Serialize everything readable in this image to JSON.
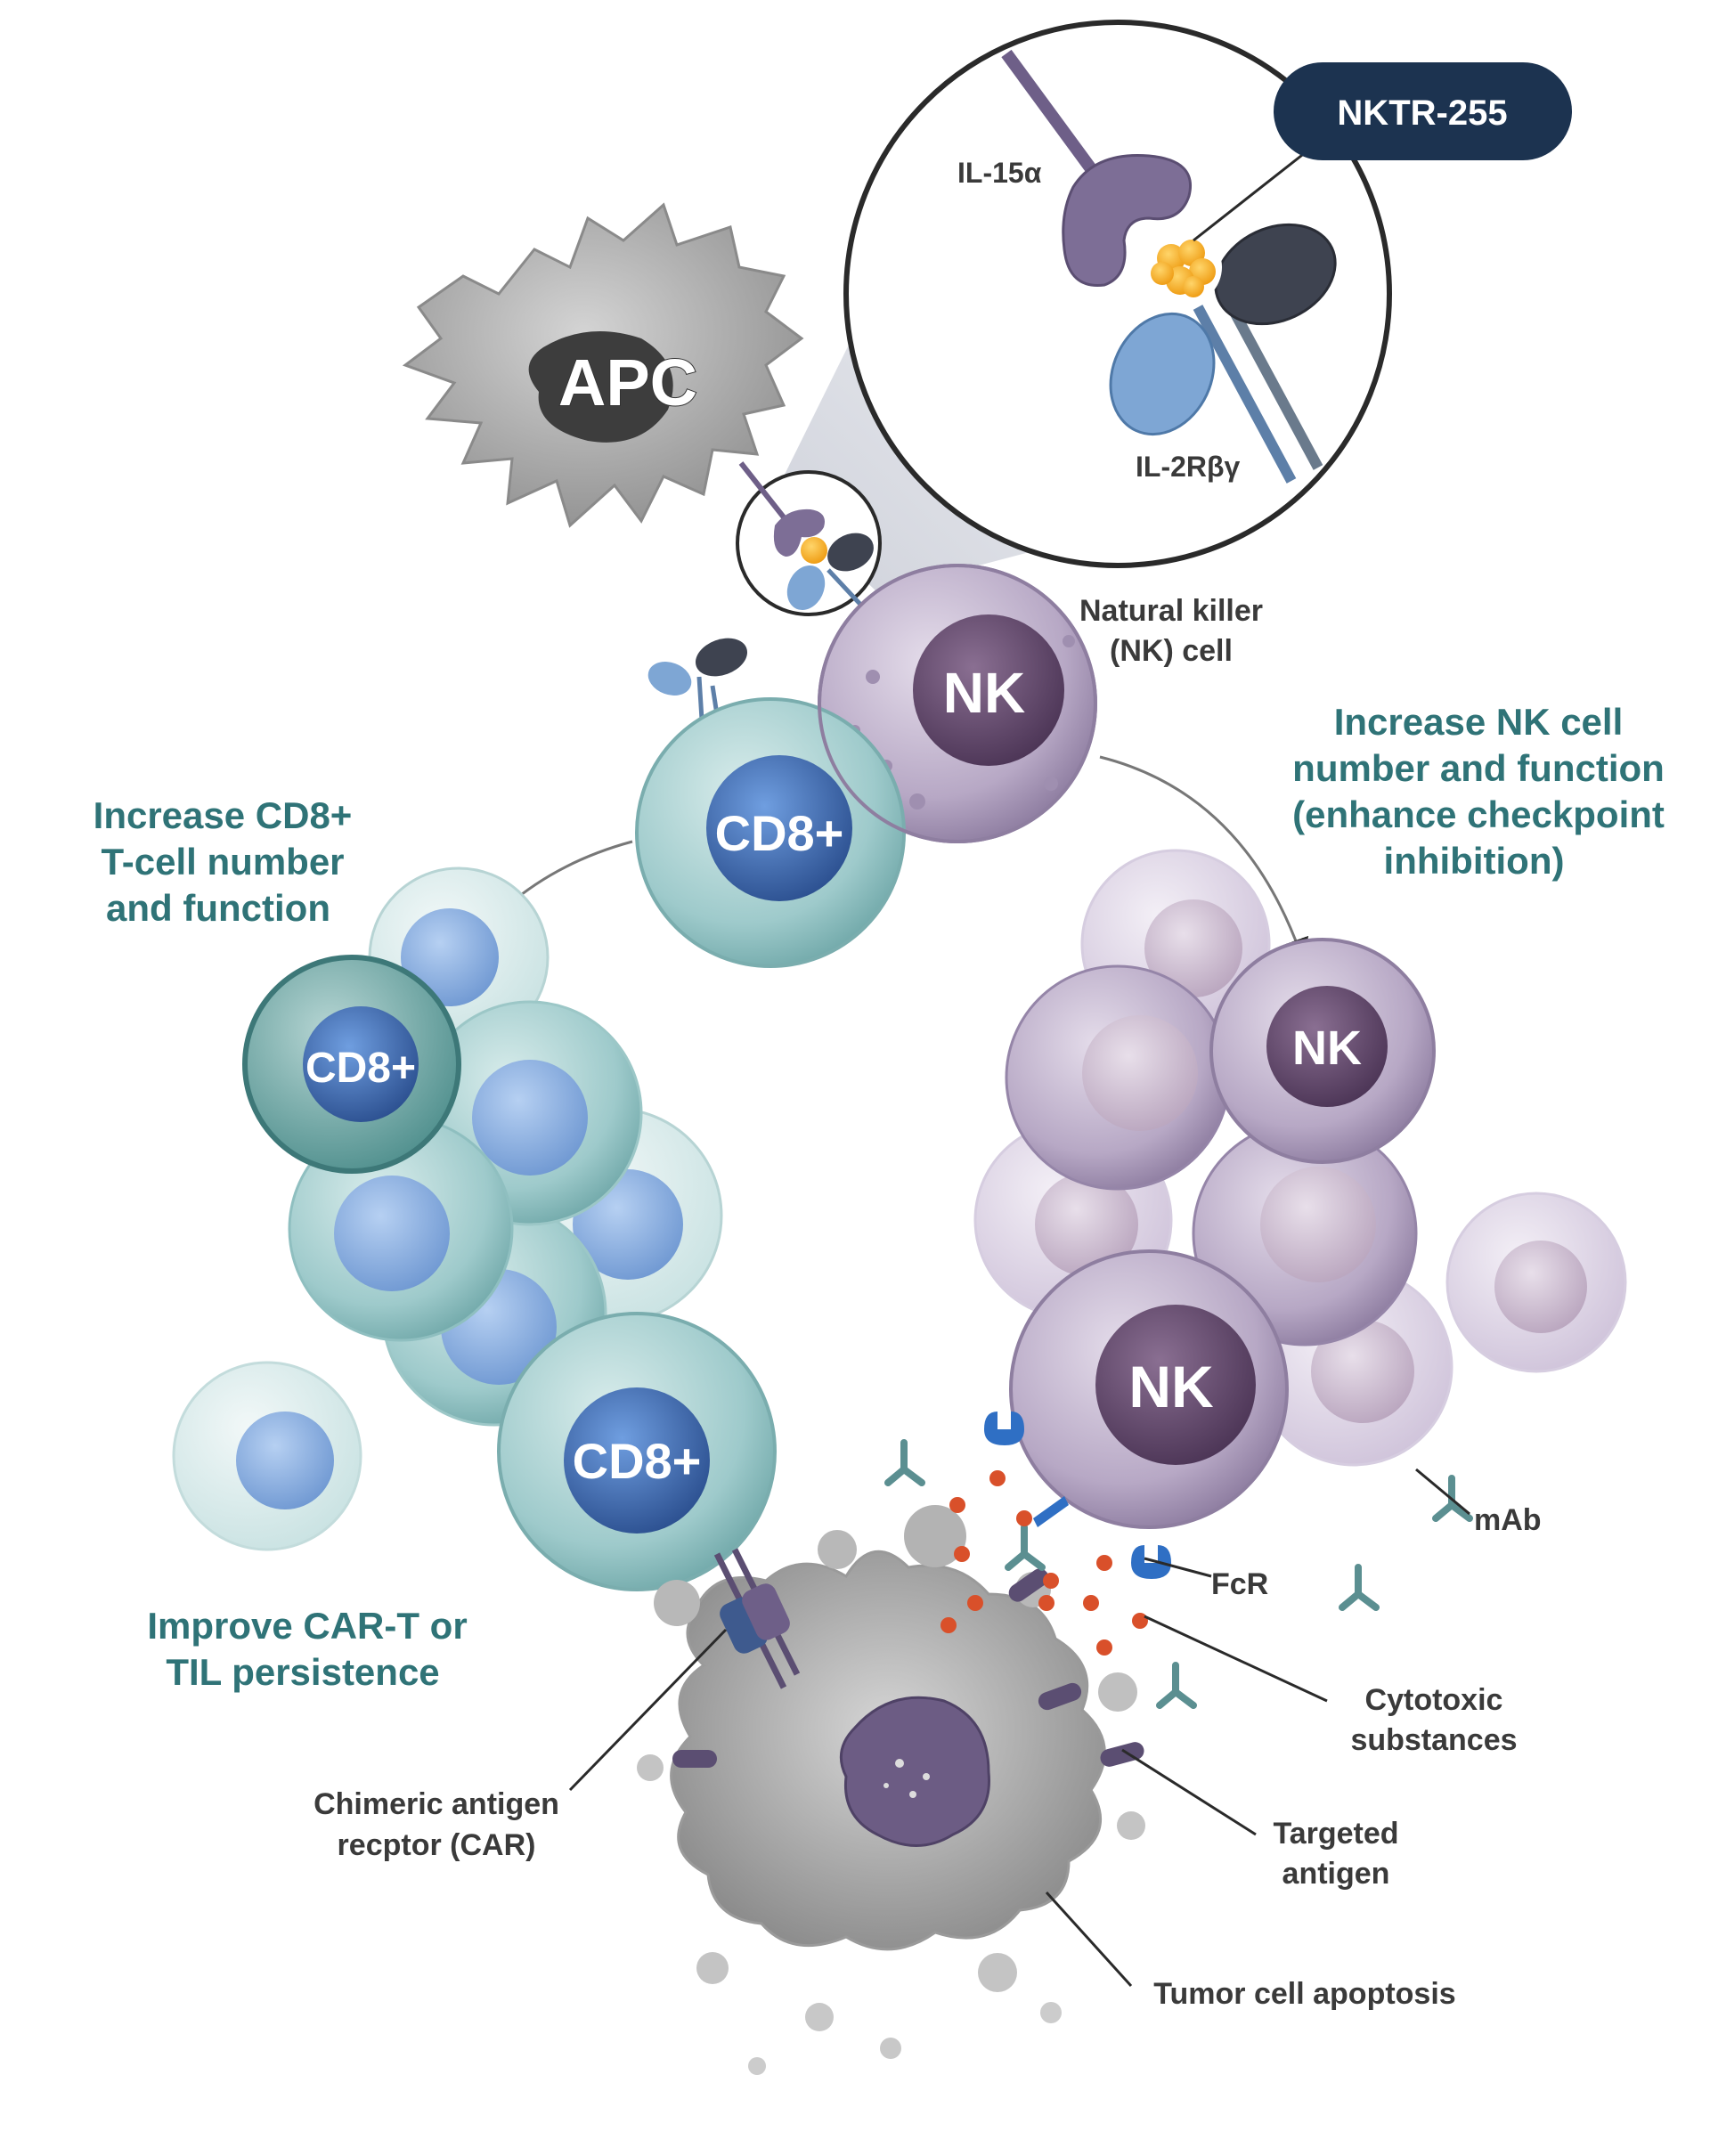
{
  "badge": {
    "text": "NKTR-255"
  },
  "receptors": {
    "il15a": "IL-15α",
    "il2rbg": "IL-2Rβγ"
  },
  "cells": {
    "apc": "APC",
    "nk": "NK",
    "cd8": "CD8+"
  },
  "labels": {
    "nk_cell_line1": "Natural killer",
    "nk_cell_line2": "(NK) cell",
    "cd8_increase_1": "Increase CD8+",
    "cd8_increase_2": "T-cell number",
    "cd8_increase_3": "and function",
    "nk_increase_1": "Increase NK cell",
    "nk_increase_2": "number and function",
    "nk_increase_3": "(enhance checkpoint",
    "nk_increase_4": "inhibition)",
    "cart_1": "Improve CAR-T or",
    "cart_2": "TIL persistence",
    "car_1": "Chimeric antigen",
    "car_2": "recptor (CAR)",
    "fcr": "FcR",
    "mab": "mAb",
    "cytotoxic_1": "Cytotoxic",
    "cytotoxic_2": "substances",
    "antigen_1": "Targeted",
    "antigen_2": "antigen",
    "apoptosis": "Tumor cell apoptosis"
  },
  "colors": {
    "teal_text": "#2f7377",
    "badge_bg": "#1c3350",
    "nk_purple": "#8a7a9c",
    "cd8_teal": "#7fb3b4",
    "cd8_nucleus": "#3f72b8",
    "orange": "#f4a91f",
    "dot_red": "#d9502a",
    "fcr_blue": "#2f6fc4"
  }
}
